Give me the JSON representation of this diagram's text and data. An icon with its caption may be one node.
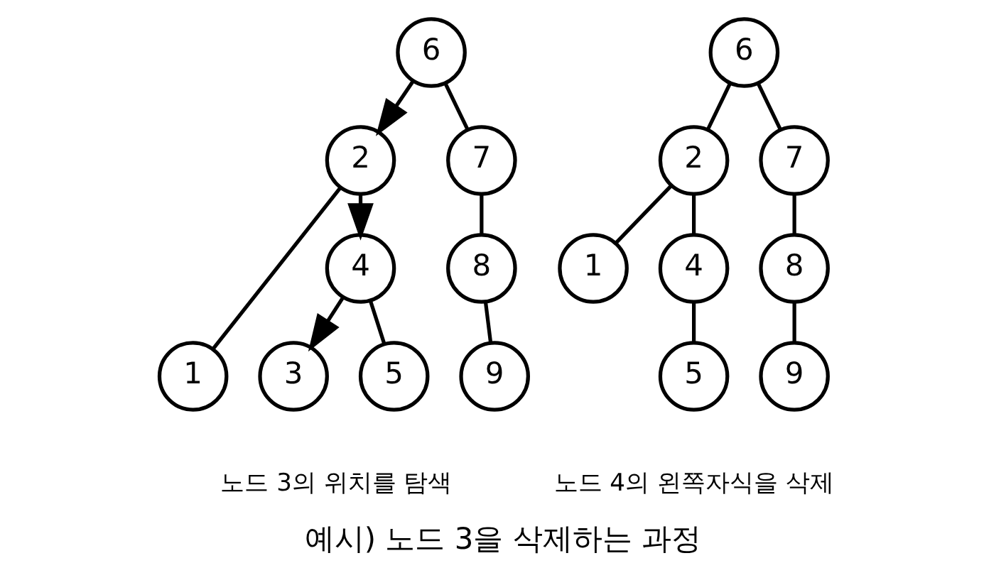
{
  "diagram": {
    "caption": "예시) 노드 3을 삭제하는 과정",
    "nodes": [
      {
        "text": [
          "6"
        ]
      },
      {
        "text": [
          "2"
        ]
      },
      {
        "text": [
          "7"
        ]
      },
      {
        "text": [
          "1"
        ]
      },
      {
        "text": [
          "4"
        ]
      },
      {
        "text": [
          "8"
        ]
      },
      {
        "text": [
          "3"
        ]
      },
      {
        "text": [
          "5"
        ]
      },
      {
        "text": [
          "9"
        ]
      },
      {
        "text": [
          "6"
        ]
      },
      {
        "text": [
          "2"
        ]
      },
      {
        "text": [
          "7"
        ]
      },
      {
        "text": [
          "1"
        ]
      },
      {
        "text": [
          "4"
        ]
      },
      {
        "text": [
          "8"
        ]
      },
      {
        "text": [
          "5"
        ]
      },
      {
        "text": [
          "9"
        ]
      }
    ],
    "edges": [
      {
        "from": 0,
        "to": 1,
        "arrow": "to"
      },
      {
        "from": 0,
        "to": 2,
        "arrow": "none"
      },
      {
        "from": 1,
        "to": 3,
        "arrow": "none"
      },
      {
        "from": 1,
        "to": 4,
        "arrow": "to"
      },
      {
        "from": 2,
        "to": 5,
        "arrow": "none"
      },
      {
        "from": 4,
        "to": 6,
        "arrow": "to"
      },
      {
        "from": 4,
        "to": 7,
        "arrow": "none"
      },
      {
        "from": 5,
        "to": 8,
        "arrow": "none"
      },
      {
        "from": 9,
        "to": 10,
        "arrow": "none"
      },
      {
        "from": 9,
        "to": 11,
        "arrow": "none"
      },
      {
        "from": 10,
        "to": 12,
        "arrow": "none"
      },
      {
        "from": 10,
        "to": 13,
        "arrow": "none"
      },
      {
        "from": 11,
        "to": 14,
        "arrow": "none"
      },
      {
        "from": 13,
        "to": 15,
        "arrow": "none"
      },
      {
        "from": 14,
        "to": 16,
        "arrow": "none"
      }
    ],
    "labels": [
      "노드 3의 위치를 탐색",
      "노드 4의 왼쪽자식을 삭제"
    ]
  }
}
